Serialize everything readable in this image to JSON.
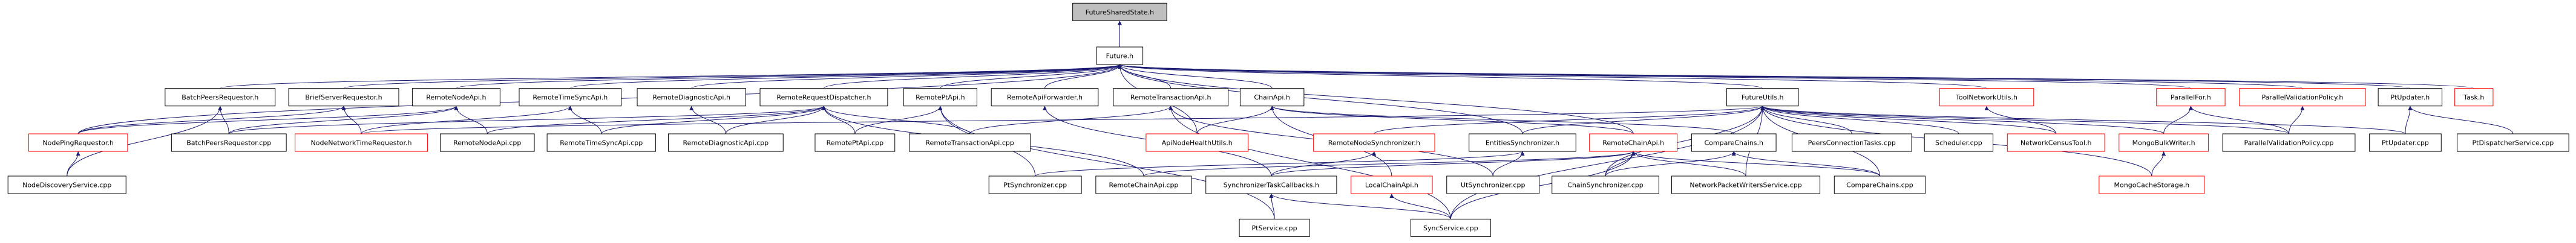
{
  "nodes": [
    {
      "id": "FutureSharedState.h",
      "label": "FutureSharedState.h",
      "root": true
    },
    {
      "id": "Future.h",
      "label": "Future.h"
    },
    {
      "id": "BatchPeersRequestor.h",
      "label": "BatchPeersRequestor.h"
    },
    {
      "id": "BriefServerRequestor.h",
      "label": "BriefServerRequestor.h"
    },
    {
      "id": "RemoteNodeApi.h",
      "label": "RemoteNodeApi.h"
    },
    {
      "id": "RemoteTimeSyncApi.h",
      "label": "RemoteTimeSyncApi.h"
    },
    {
      "id": "RemoteDiagnosticApi.h",
      "label": "RemoteDiagnosticApi.h"
    },
    {
      "id": "RemoteRequestDispatcher.h",
      "label": "RemoteRequestDispatcher.h"
    },
    {
      "id": "RemotePtApi.h",
      "label": "RemotePtApi.h"
    },
    {
      "id": "RemoteApiForwarder.h",
      "label": "RemoteApiForwarder.h"
    },
    {
      "id": "RemoteTransactionApi.h",
      "label": "RemoteTransactionApi.h"
    },
    {
      "id": "ChainApi.h",
      "label": "ChainApi.h"
    },
    {
      "id": "FutureUtils.h",
      "label": "FutureUtils.h"
    },
    {
      "id": "ToolNetworkUtils.h",
      "label": "ToolNetworkUtils.h",
      "red": true
    },
    {
      "id": "ParallelFor.h",
      "label": "ParallelFor.h",
      "red": true
    },
    {
      "id": "ParallelValidationPolicy.h",
      "label": "ParallelValidationPolicy.h",
      "red": true
    },
    {
      "id": "PtUpdater.h",
      "label": "PtUpdater.h"
    },
    {
      "id": "Task.h",
      "label": "Task.h",
      "red": true
    },
    {
      "id": "NodePingRequestor.h",
      "label": "NodePingRequestor.h",
      "red": true
    },
    {
      "id": "BatchPeersRequestor.cpp",
      "label": "BatchPeersRequestor.cpp"
    },
    {
      "id": "NodeNetworkTimeRequestor.h",
      "label": "NodeNetworkTimeRequestor.h",
      "red": true
    },
    {
      "id": "RemoteNodeApi.cpp",
      "label": "RemoteNodeApi.cpp"
    },
    {
      "id": "RemoteTimeSyncApi.cpp",
      "label": "RemoteTimeSyncApi.cpp"
    },
    {
      "id": "RemoteDiagnosticApi.cpp",
      "label": "RemoteDiagnosticApi.cpp"
    },
    {
      "id": "RemotePtApi.cpp",
      "label": "RemotePtApi.cpp"
    },
    {
      "id": "RemoteTransactionApi.cpp",
      "label": "RemoteTransactionApi.cpp"
    },
    {
      "id": "ApiNodeHealthUtils.h",
      "label": "ApiNodeHealthUtils.h",
      "red": true
    },
    {
      "id": "RemoteNodeSynchronizer.h",
      "label": "RemoteNodeSynchronizer.h",
      "red": true
    },
    {
      "id": "EntitiesSynchronizer.h",
      "label": "EntitiesSynchronizer.h"
    },
    {
      "id": "RemoteChainApi.h",
      "label": "RemoteChainApi.h",
      "red": true
    },
    {
      "id": "CompareChains.h",
      "label": "CompareChains.h"
    },
    {
      "id": "PeersConnectionTasks.cpp",
      "label": "PeersConnectionTasks.cpp"
    },
    {
      "id": "Scheduler.cpp",
      "label": "Scheduler.cpp"
    },
    {
      "id": "NetworkCensusTool.h",
      "label": "NetworkCensusTool.h",
      "red": true
    },
    {
      "id": "MongoBulkWriter.h",
      "label": "MongoBulkWriter.h",
      "red": true
    },
    {
      "id": "ParallelValidationPolicy.cpp",
      "label": "ParallelValidationPolicy.cpp"
    },
    {
      "id": "PtUpdater.cpp",
      "label": "PtUpdater.cpp"
    },
    {
      "id": "PtDispatcherService.cpp",
      "label": "PtDispatcherService.cpp"
    },
    {
      "id": "NodeDiscoveryService.cpp",
      "label": "NodeDiscoveryService.cpp"
    },
    {
      "id": "PtSynchronizer.cpp",
      "label": "PtSynchronizer.cpp"
    },
    {
      "id": "RemoteChainApi.cpp",
      "label": "RemoteChainApi.cpp"
    },
    {
      "id": "SynchronizerTaskCallbacks.h",
      "label": "SynchronizerTaskCallbacks.h"
    },
    {
      "id": "LocalChainApi.h",
      "label": "LocalChainApi.h",
      "red": true
    },
    {
      "id": "UtSynchronizer.cpp",
      "label": "UtSynchronizer.cpp"
    },
    {
      "id": "ChainSynchronizer.cpp",
      "label": "ChainSynchronizer.cpp"
    },
    {
      "id": "NetworkPacketWritersService.cpp",
      "label": "NetworkPacketWritersService.cpp"
    },
    {
      "id": "CompareChains.cpp",
      "label": "CompareChains.cpp"
    },
    {
      "id": "MongoCacheStorage.h",
      "label": "MongoCacheStorage.h",
      "red": true
    },
    {
      "id": "PtService.cpp",
      "label": "PtService.cpp"
    },
    {
      "id": "SyncService.cpp",
      "label": "SyncService.cpp"
    }
  ],
  "edges": [
    [
      "FutureSharedState.h",
      "Future.h"
    ],
    [
      "Future.h",
      "BatchPeersRequestor.h"
    ],
    [
      "Future.h",
      "BriefServerRequestor.h"
    ],
    [
      "Future.h",
      "RemoteNodeApi.h"
    ],
    [
      "Future.h",
      "RemoteTimeSyncApi.h"
    ],
    [
      "Future.h",
      "RemoteDiagnosticApi.h"
    ],
    [
      "Future.h",
      "RemoteRequestDispatcher.h"
    ],
    [
      "Future.h",
      "RemotePtApi.h"
    ],
    [
      "Future.h",
      "RemoteApiForwarder.h"
    ],
    [
      "Future.h",
      "RemoteTransactionApi.h"
    ],
    [
      "Future.h",
      "ChainApi.h"
    ],
    [
      "Future.h",
      "FutureUtils.h"
    ],
    [
      "Future.h",
      "ToolNetworkUtils.h"
    ],
    [
      "Future.h",
      "ParallelFor.h"
    ],
    [
      "Future.h",
      "ParallelValidationPolicy.h"
    ],
    [
      "Future.h",
      "PtUpdater.h"
    ],
    [
      "Future.h",
      "Task.h"
    ],
    [
      "Future.h",
      "ApiNodeHealthUtils.h"
    ],
    [
      "Future.h",
      "NodePingRequestor.h"
    ],
    [
      "Future.h",
      "RemoteChainApi.h"
    ],
    [
      "Future.h",
      "EntitiesSynchronizer.h"
    ],
    [
      "BatchPeersRequestor.h",
      "BatchPeersRequestor.cpp"
    ],
    [
      "BriefServerRequestor.h",
      "NodePingRequestor.h"
    ],
    [
      "BriefServerRequestor.h",
      "NodeNetworkTimeRequestor.h"
    ],
    [
      "RemoteNodeApi.h",
      "NodePingRequestor.h"
    ],
    [
      "RemoteNodeApi.h",
      "RemoteNodeApi.cpp"
    ],
    [
      "RemoteNodeApi.h",
      "BatchPeersRequestor.cpp"
    ],
    [
      "RemoteTimeSyncApi.h",
      "NodeNetworkTimeRequestor.h"
    ],
    [
      "RemoteTimeSyncApi.h",
      "RemoteTimeSyncApi.cpp"
    ],
    [
      "RemoteDiagnosticApi.h",
      "RemoteDiagnosticApi.cpp"
    ],
    [
      "RemoteRequestDispatcher.h",
      "BatchPeersRequestor.cpp"
    ],
    [
      "RemoteRequestDispatcher.h",
      "RemoteNodeApi.cpp"
    ],
    [
      "RemoteRequestDispatcher.h",
      "RemoteTimeSyncApi.cpp"
    ],
    [
      "RemoteRequestDispatcher.h",
      "RemoteDiagnosticApi.cpp"
    ],
    [
      "RemoteRequestDispatcher.h",
      "RemotePtApi.cpp"
    ],
    [
      "RemoteRequestDispatcher.h",
      "RemoteTransactionApi.cpp"
    ],
    [
      "RemoteRequestDispatcher.h",
      "RemoteChainApi.cpp"
    ],
    [
      "RemotePtApi.h",
      "RemotePtApi.cpp"
    ],
    [
      "RemotePtApi.h",
      "PtSynchronizer.cpp"
    ],
    [
      "RemotePtApi.h",
      "PtService.cpp"
    ],
    [
      "RemoteApiForwarder.h",
      "SynchronizerTaskCallbacks.h"
    ],
    [
      "RemoteTransactionApi.h",
      "RemoteTransactionApi.cpp"
    ],
    [
      "RemoteTransactionApi.h",
      "UtSynchronizer.cpp"
    ],
    [
      "RemoteTransactionApi.h",
      "SyncService.cpp"
    ],
    [
      "ChainApi.h",
      "ApiNodeHealthUtils.h"
    ],
    [
      "ChainApi.h",
      "RemoteChainApi.h"
    ],
    [
      "ChainApi.h",
      "CompareChains.h"
    ],
    [
      "ChainApi.h",
      "LocalChainApi.h"
    ],
    [
      "FutureUtils.h",
      "RemoteNodeSynchronizer.h"
    ],
    [
      "FutureUtils.h",
      "EntitiesSynchronizer.h"
    ],
    [
      "FutureUtils.h",
      "PeersConnectionTasks.cpp"
    ],
    [
      "FutureUtils.h",
      "Scheduler.cpp"
    ],
    [
      "FutureUtils.h",
      "NetworkCensusTool.h"
    ],
    [
      "FutureUtils.h",
      "MongoBulkWriter.h"
    ],
    [
      "FutureUtils.h",
      "ParallelValidationPolicy.cpp"
    ],
    [
      "FutureUtils.h",
      "PtUpdater.cpp"
    ],
    [
      "FutureUtils.h",
      "ChainSynchronizer.cpp"
    ],
    [
      "FutureUtils.h",
      "NetworkPacketWritersService.cpp"
    ],
    [
      "FutureUtils.h",
      "CompareChains.cpp"
    ],
    [
      "FutureUtils.h",
      "MongoCacheStorage.h"
    ],
    [
      "FutureUtils.h",
      "SyncService.cpp"
    ],
    [
      "FutureUtils.h",
      "NodeNetworkTimeRequestor.h"
    ],
    [
      "ToolNetworkUtils.h",
      "NetworkCensusTool.h"
    ],
    [
      "ParallelFor.h",
      "MongoBulkWriter.h"
    ],
    [
      "ParallelFor.h",
      "ParallelValidationPolicy.cpp"
    ],
    [
      "ParallelValidationPolicy.h",
      "ParallelValidationPolicy.cpp"
    ],
    [
      "PtUpdater.h",
      "PtUpdater.cpp"
    ],
    [
      "PtUpdater.h",
      "PtDispatcherService.cpp"
    ],
    [
      "NodePingRequestor.h",
      "NodeDiscoveryService.cpp"
    ],
    [
      "BatchPeersRequestor.h",
      "NodeDiscoveryService.cpp"
    ],
    [
      "RemoteNodeSynchronizer.h",
      "SynchronizerTaskCallbacks.h"
    ],
    [
      "EntitiesSynchronizer.h",
      "PtSynchronizer.cpp"
    ],
    [
      "EntitiesSynchronizer.h",
      "UtSynchronizer.cpp"
    ],
    [
      "RemoteChainApi.h",
      "RemoteChainApi.cpp"
    ],
    [
      "RemoteChainApi.h",
      "SynchronizerTaskCallbacks.h"
    ],
    [
      "RemoteChainApi.h",
      "ChainSynchronizer.cpp"
    ],
    [
      "RemoteChainApi.h",
      "NetworkPacketWritersService.cpp"
    ],
    [
      "RemoteChainApi.h",
      "CompareChains.cpp"
    ],
    [
      "RemoteChainApi.h",
      "SyncService.cpp"
    ],
    [
      "CompareChains.h",
      "ChainSynchronizer.cpp"
    ],
    [
      "CompareChains.h",
      "CompareChains.cpp"
    ],
    [
      "MongoBulkWriter.h",
      "MongoCacheStorage.h"
    ],
    [
      "SynchronizerTaskCallbacks.h",
      "PtService.cpp"
    ],
    [
      "SynchronizerTaskCallbacks.h",
      "SyncService.cpp"
    ],
    [
      "LocalChainApi.h",
      "SyncService.cpp"
    ]
  ]
}
